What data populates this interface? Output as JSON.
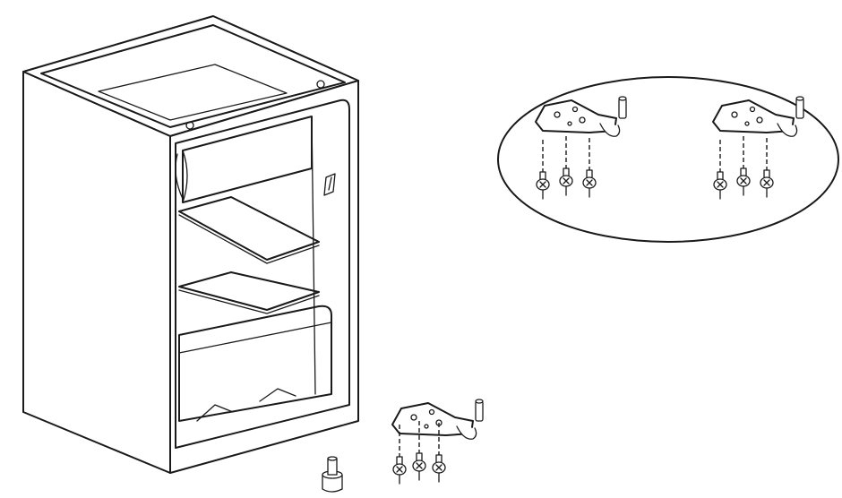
{
  "figure": {
    "subject": "refrigerator-door-hinge-assembly",
    "callout": "hinge-detail",
    "colors": {
      "line": "#1a1a1a",
      "background": "#ffffff"
    },
    "icons": [
      "fridge-cabinet",
      "hinge-bracket",
      "screw",
      "hinge-pin",
      "foot-cap"
    ]
  }
}
